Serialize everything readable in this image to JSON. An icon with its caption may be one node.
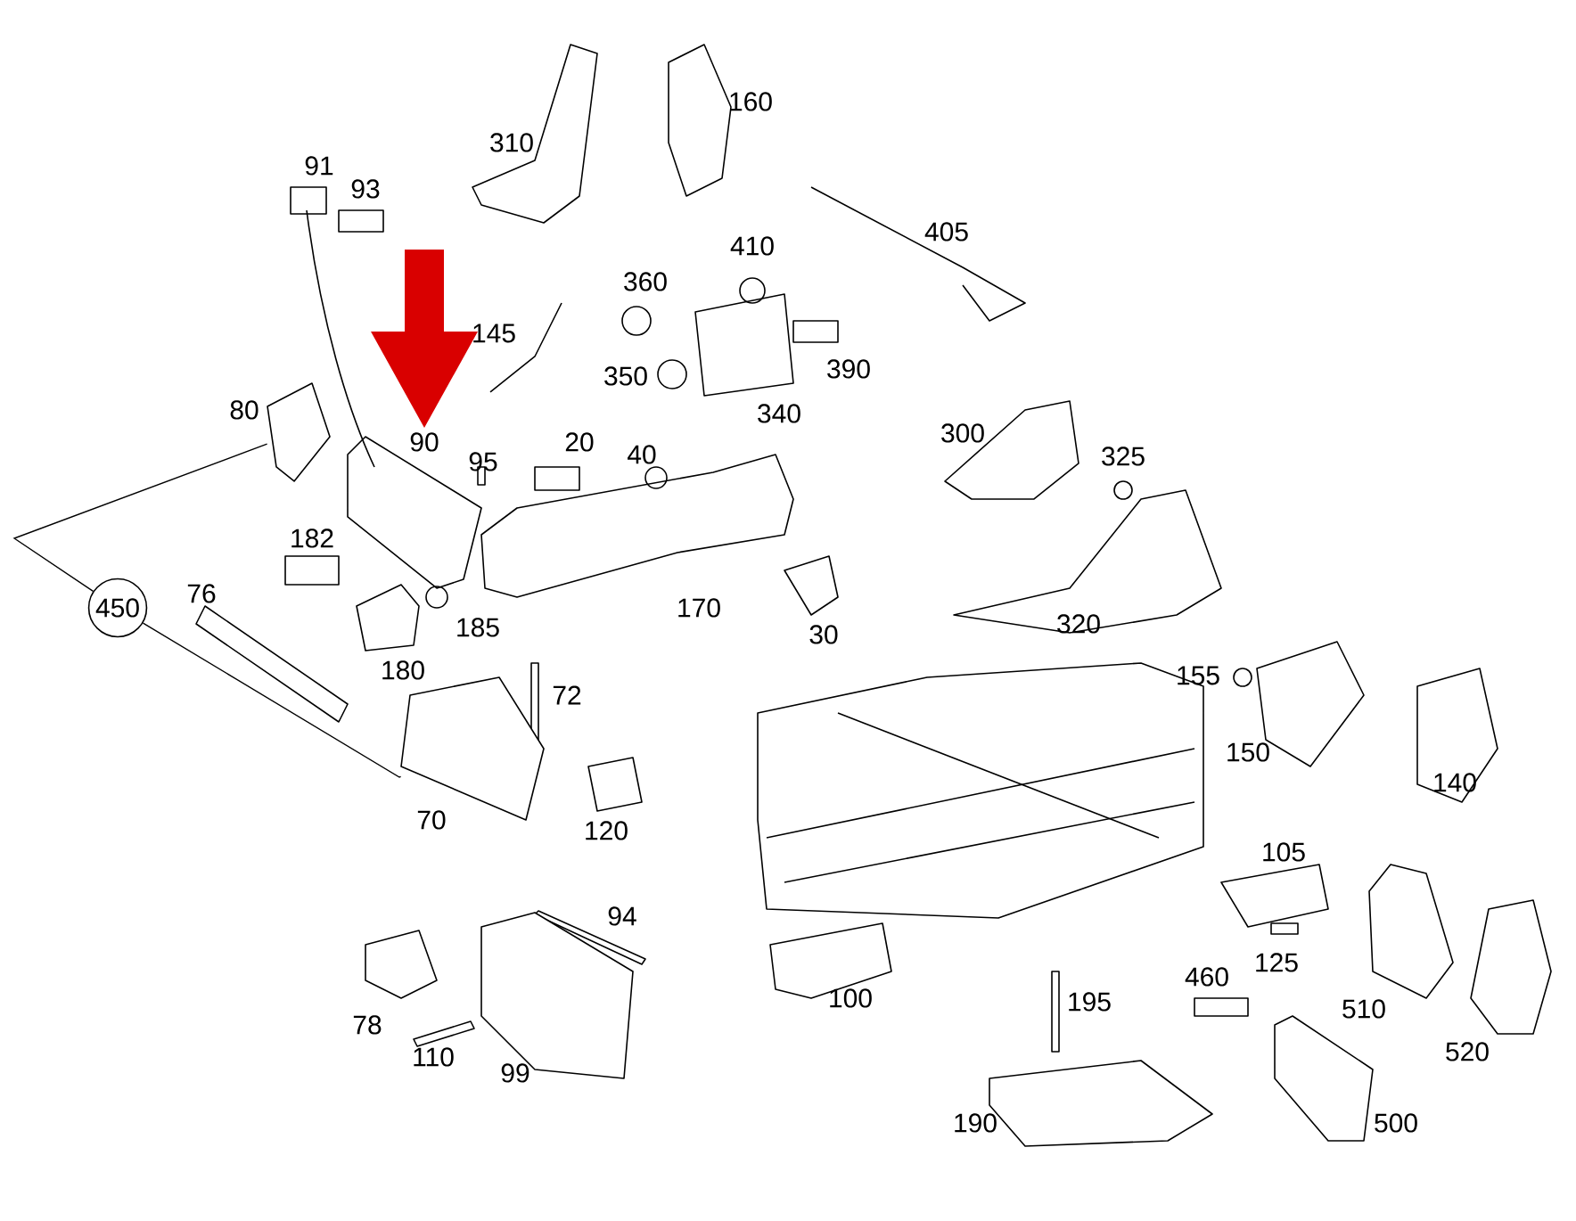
{
  "diagram": {
    "nodes": [
      {
        "text": [],
        "shape": "picture"
      },
      {
        "text": [
          "450"
        ]
      },
      {
        "text": [],
        "shape": "picture"
      }
    ],
    "edges": [
      {
        "from": 1,
        "to": 0,
        "arrow": "none"
      },
      {
        "from": 1,
        "to": 2,
        "arrow": "none"
      }
    ],
    "labels": [
      "160",
      "310",
      "91",
      "93",
      "405",
      "410",
      "360",
      "145",
      "390",
      "350",
      "340",
      "80",
      "300",
      "90",
      "20",
      "95",
      "40",
      "325",
      "182",
      "76",
      "170",
      "320",
      "185",
      "30",
      "180",
      "155",
      "72",
      "150",
      "140",
      "70",
      "120",
      "105",
      "94",
      "100",
      "125",
      "460",
      "195",
      "78",
      "510",
      "110",
      "99",
      "520",
      "190",
      "500"
    ]
  }
}
